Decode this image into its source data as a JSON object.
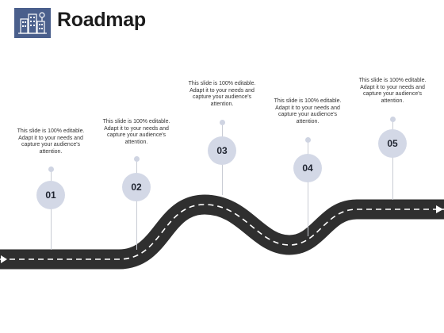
{
  "header": {
    "title": "Roadmap",
    "icon": "city-building-icon",
    "icon_color": "#4a5f8c"
  },
  "colors": {
    "road": "#2f2f2f",
    "marker": "#d3d8e6",
    "stem": "#c9ccd4"
  },
  "milestones": [
    {
      "number": "01",
      "text": "This slide is 100% editable. Adapt it to your needs and capture your audience's attention."
    },
    {
      "number": "02",
      "text": "This slide is 100% editable. Adapt it to your needs and capture your audience's attention."
    },
    {
      "number": "03",
      "text": "This slide is 100% editable. Adapt it to your needs and capture your audience's attention."
    },
    {
      "number": "04",
      "text": "This slide is 100% editable. Adapt it to your needs and capture your audience's attention."
    },
    {
      "number": "05",
      "text": "This slide is 100% editable. Adapt it to your needs and capture your audience's attention."
    }
  ]
}
